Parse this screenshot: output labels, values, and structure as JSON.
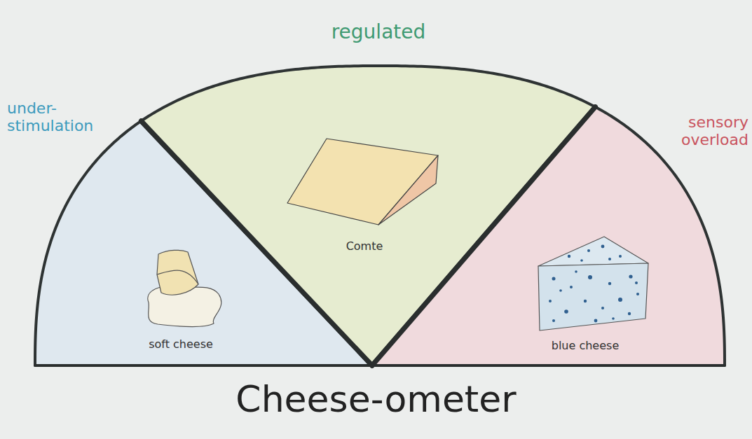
{
  "diagram": {
    "title": "Cheese-ometer",
    "nodes": [
      {
        "text": [
          "under- stimulation",
          "soft cheese"
        ]
      },
      {
        "text": [
          "regulated",
          "Comte"
        ]
      },
      {
        "text": [
          "sensory overload",
          "blue cheese"
        ]
      }
    ]
  }
}
